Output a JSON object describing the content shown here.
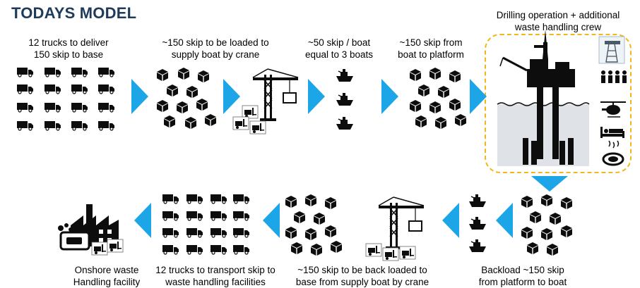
{
  "title": "TODAYS MODEL",
  "steps": {
    "trucks_deliver": "12 trucks to deliver\n150 skip to base",
    "crane_load": "~150 skip to be loaded to\nsupply boat by crane",
    "boats": "~50 skip / boat\nequal to 3 boats",
    "boat_platform": "~150 skip from\nboat to platform",
    "drilling": "Drilling operation + additional\nwaste handling crew",
    "backload": "Backload ~150 skip\nfrom platform to boat",
    "back_loaded": "~150 skip to be back loaded to\nbase from supply boat by crane",
    "trucks_transport": "12 trucks to transport skip to\nwaste handling facilities",
    "onshore": "Onshore waste\nHandling facility"
  },
  "colors": {
    "arrow": "#1ca6e8",
    "title": "#1f3b5c",
    "dashed_border": "#f2b81b",
    "sea": "#dfe3e7"
  },
  "icons": [
    "truck-icon",
    "skip-box-icon",
    "crane-icon",
    "forklift-icon",
    "boat-icon",
    "platform-icon",
    "workers-icon",
    "helicopter-icon",
    "bed-icon",
    "food-icon",
    "factory-icon"
  ]
}
